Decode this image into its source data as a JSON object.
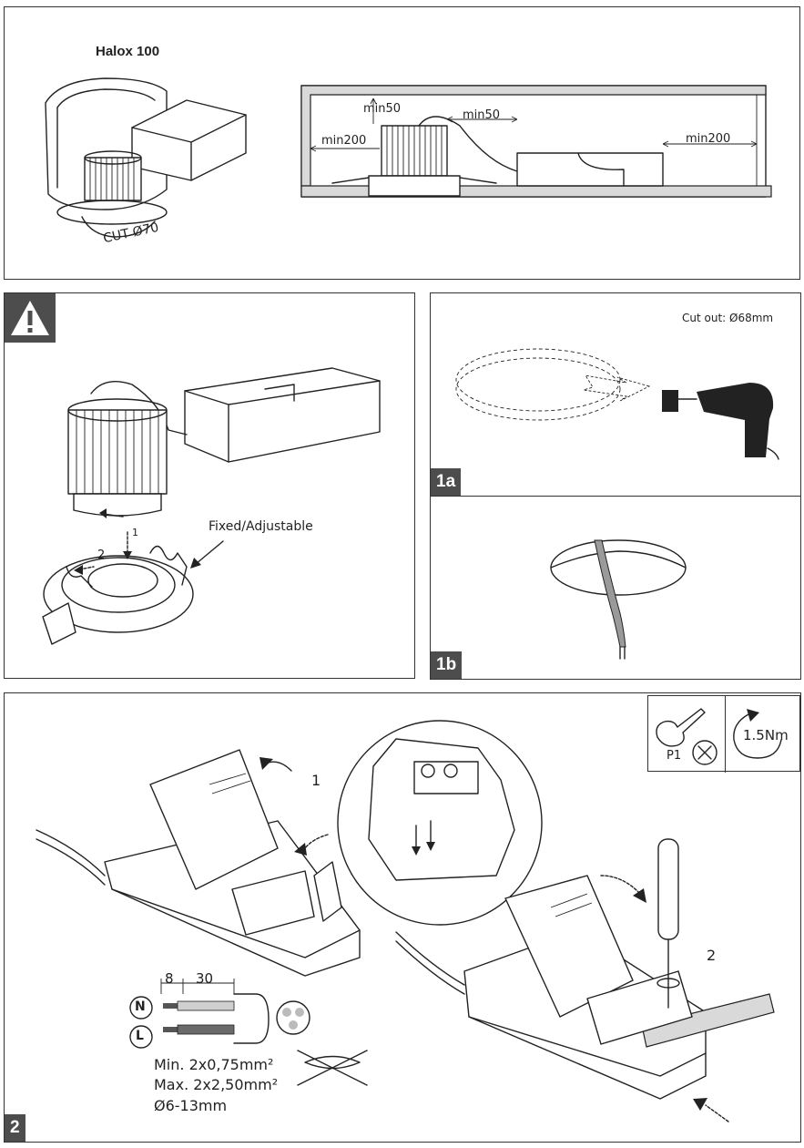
{
  "panel_top": {
    "product_name": "Halox 100",
    "cut_label": "CUT Ø70",
    "dim_min50_a": "min50",
    "dim_min50_b": "min50",
    "dim_min200_a": "min200",
    "dim_min200_b": "min200"
  },
  "panel_warning": {
    "warning_icon": "warning-triangle-icon",
    "caption": "Fixed/Adjustable",
    "step_1": "1",
    "step_2": "2"
  },
  "panel_1a": {
    "tag": "1a",
    "cutout_text": "Cut out: Ø68mm"
  },
  "panel_1b": {
    "tag": "1b"
  },
  "panel_2": {
    "tag": "2",
    "tool_label": "P1",
    "torque_label": "1.5Nm",
    "step_1": "1",
    "step_2": "2",
    "strip_8": "8",
    "strip_30": "30",
    "neutral": "N",
    "live": "L",
    "min_wire": "Min. 2x0,75mm²",
    "max_wire": "Max. 2x2,50mm²",
    "cable_dia": "Ø6-13mm"
  }
}
